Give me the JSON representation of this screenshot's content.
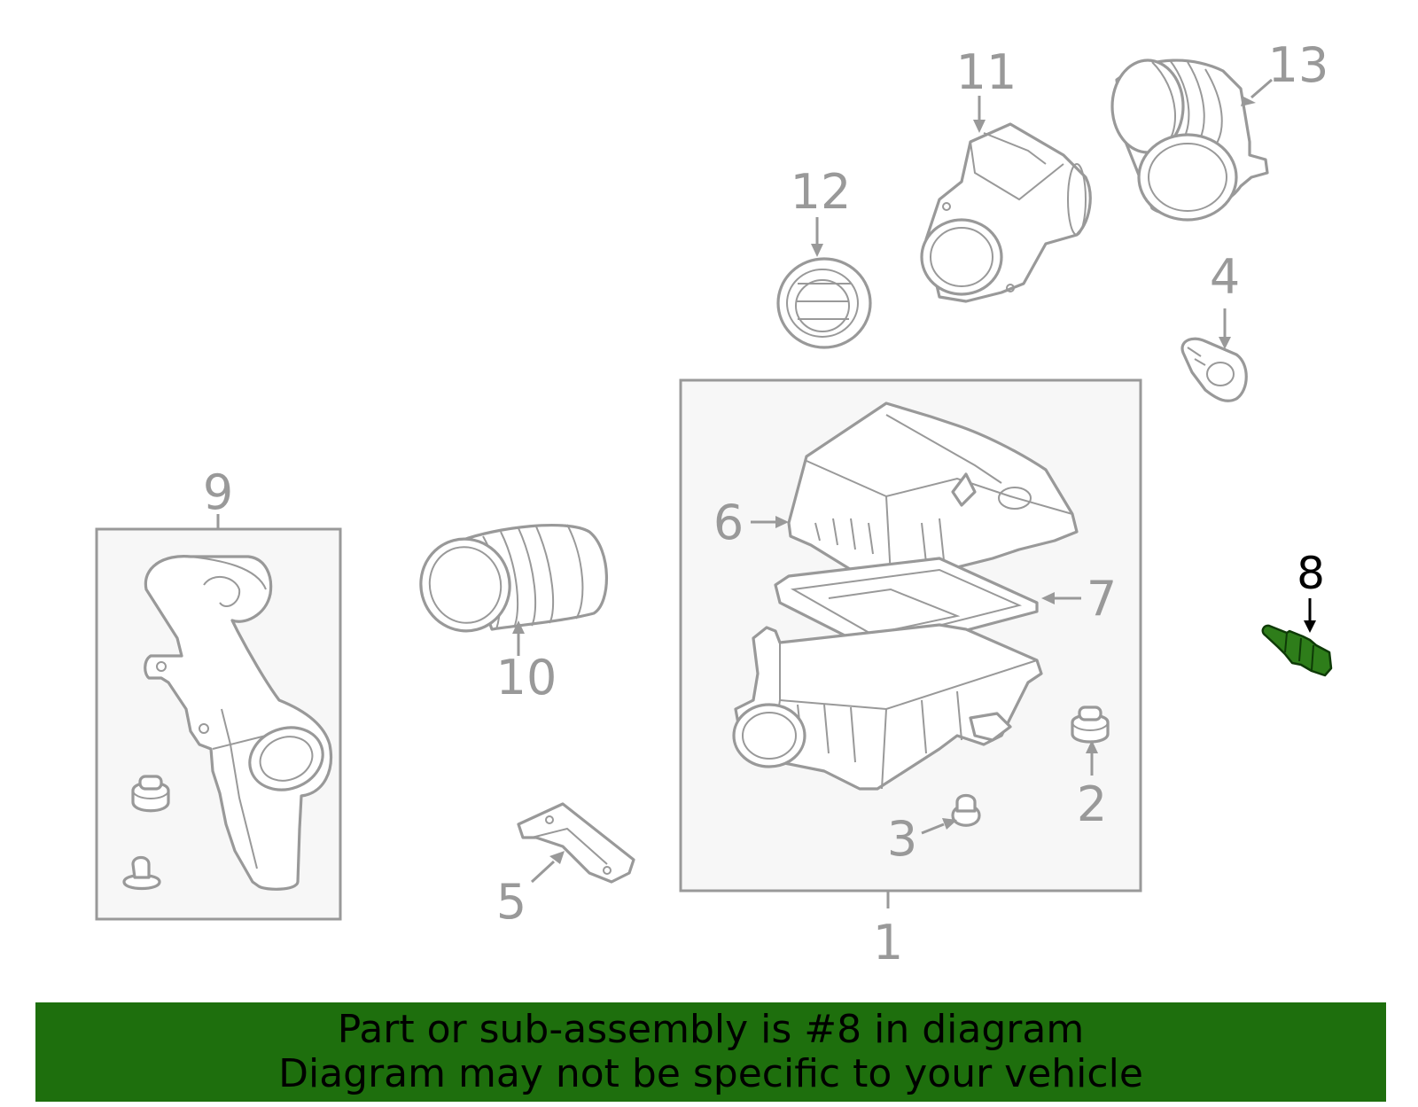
{
  "banner": {
    "line1": "Part or sub-assembly is #8 in diagram",
    "line2": "Diagram may not be specific to your vehicle",
    "background_color": "#1e6f0d"
  },
  "callouts": {
    "c1": "1",
    "c2": "2",
    "c3": "3",
    "c4": "4",
    "c5": "5",
    "c6": "6",
    "c7": "7",
    "c8": "8",
    "c9": "9",
    "c10": "10",
    "c11": "11",
    "c12": "12",
    "c13": "13"
  },
  "highlighted_part": "8",
  "colors": {
    "line_art": "#999999",
    "highlight_part": "#2e7d1a",
    "highlight_callout": "#000000",
    "group_box_fill": "#f7f7f7"
  }
}
